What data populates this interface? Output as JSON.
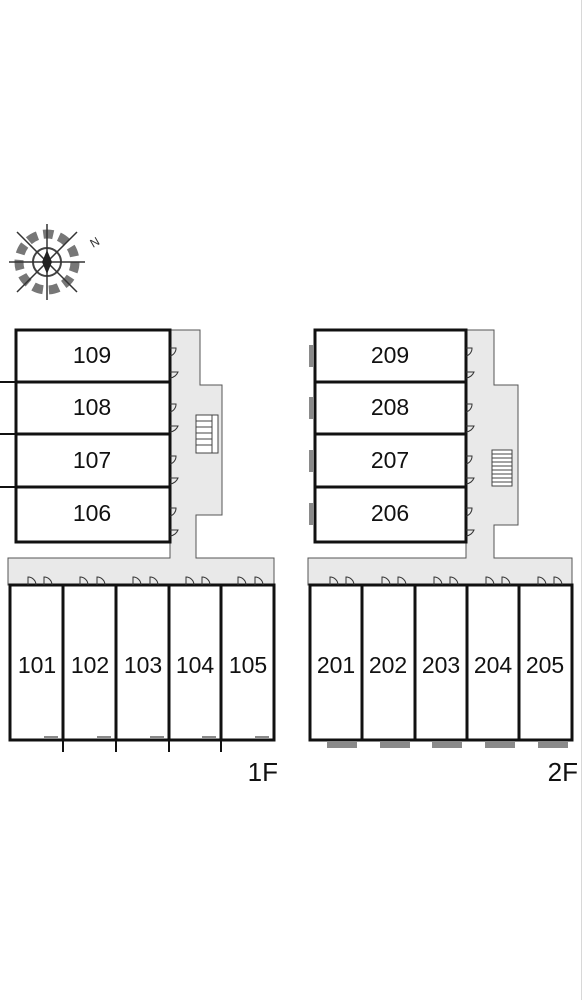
{
  "compass": {
    "label": "N",
    "icon": "compass-icon"
  },
  "floors": [
    {
      "label": "1F",
      "north_units": [
        "109",
        "108",
        "107",
        "106"
      ],
      "south_units": [
        "101",
        "102",
        "103",
        "104",
        "105"
      ]
    },
    {
      "label": "2F",
      "north_units": [
        "209",
        "208",
        "207",
        "206"
      ],
      "south_units": [
        "201",
        "202",
        "203",
        "204",
        "205"
      ]
    }
  ],
  "colors": {
    "wall": "#111111",
    "corridor": "#e9e9e9",
    "unit_fill": "#ffffff",
    "balcony": "#8a8a8a"
  }
}
